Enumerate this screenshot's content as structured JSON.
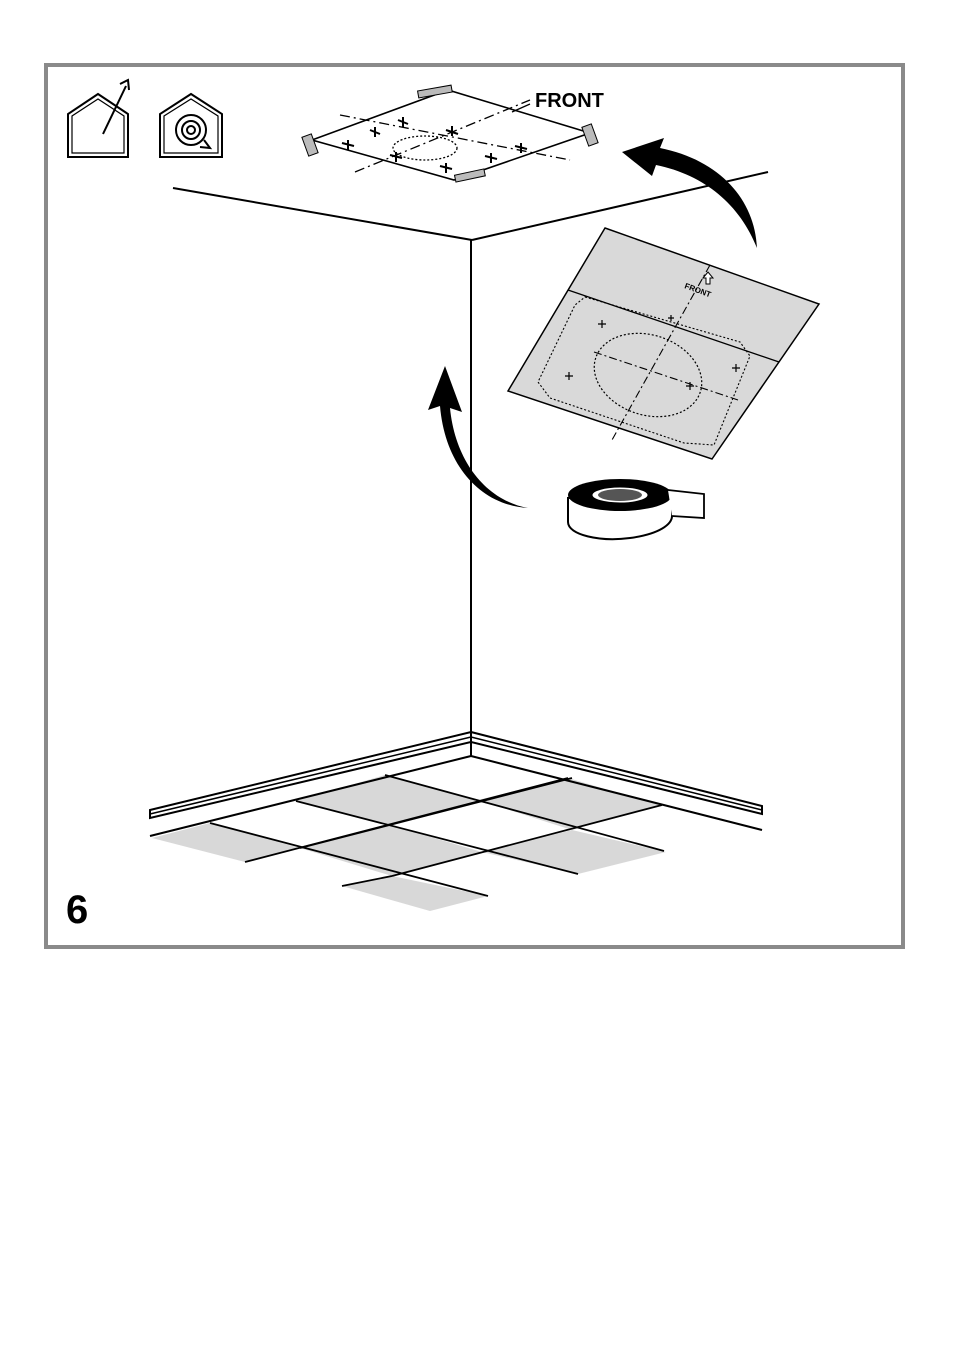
{
  "labels": {
    "front_ceiling": "FRONT",
    "front_template": "FRONT",
    "step_number": "6"
  },
  "icons": [
    "house-ducted-exhaust-icon",
    "house-recirculation-icon"
  ],
  "colors": {
    "frame": "#8a8a8a",
    "line": "#000000",
    "template_fill": "#d9d9d9",
    "tile_fill": "#d8d8d8"
  }
}
